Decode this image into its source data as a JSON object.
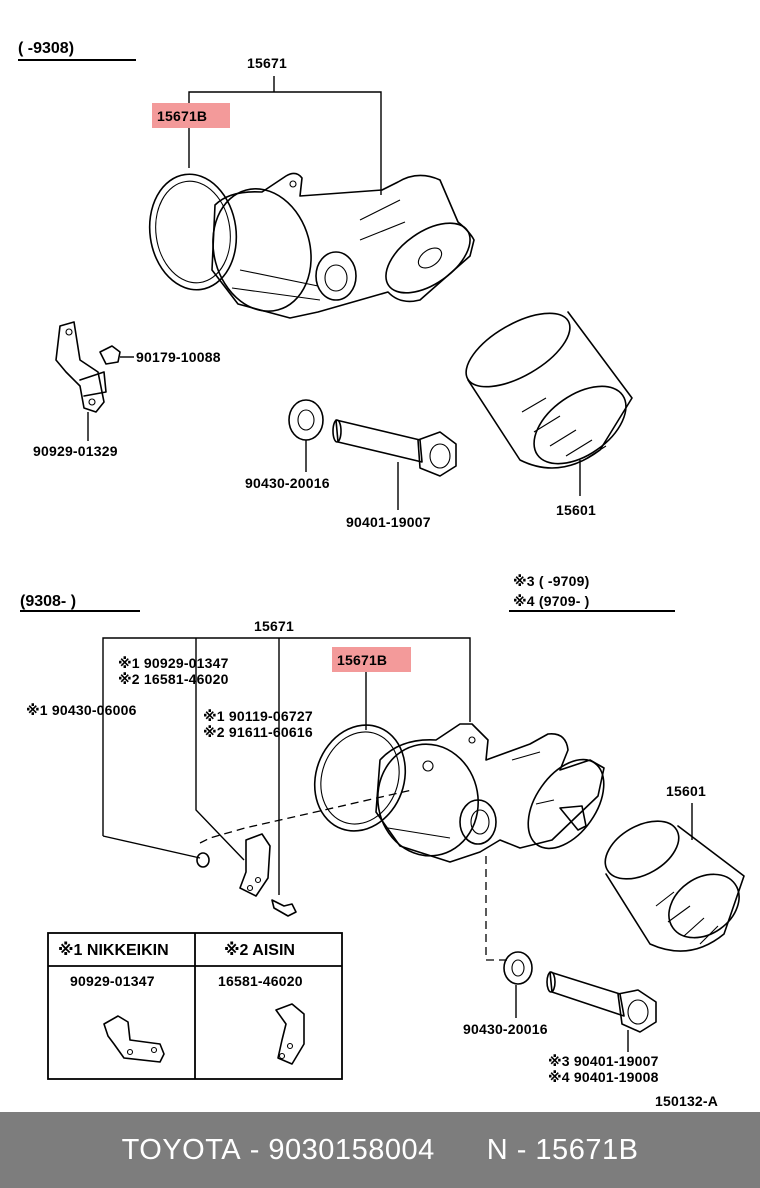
{
  "top_section": {
    "date_range": "(      -9308)",
    "assembly_number": "15671",
    "highlighted_part": "15671B",
    "parts": {
      "clip": "90179-10088",
      "bracket": "90929-01329",
      "gasket": "90430-20016",
      "union_bolt": "90401-19007",
      "filter": "15601"
    }
  },
  "bottom_section": {
    "date_range": "(9308-        )",
    "variant_notes": [
      "※3  (        -9709)",
      "※4  (9709-        )"
    ],
    "assembly_number": "15671",
    "highlighted_part": "15671B",
    "filter": "15601",
    "callouts": {
      "bracket_a": "※1 90929-01347",
      "bracket_b": "※2 16581-46020",
      "washer": "※1 90430-06006",
      "screw_a": "※1 90119-06727",
      "screw_b": "※2 91611-60616",
      "gasket": "90430-20016",
      "bolt_a": "※3  90401-19007",
      "bolt_b": "※4  90401-19008"
    },
    "legend": {
      "col1_header": "※1 NIKKEIKIN",
      "col2_header": "※2 AISIN",
      "col1_part": "90929-01347",
      "col2_part": "16581-46020"
    }
  },
  "illustration_id": "150132-A",
  "footer": {
    "brand": "TOYOTA",
    "part_number": "9030158004",
    "ref": "N - 15671B",
    "separator": " - "
  }
}
